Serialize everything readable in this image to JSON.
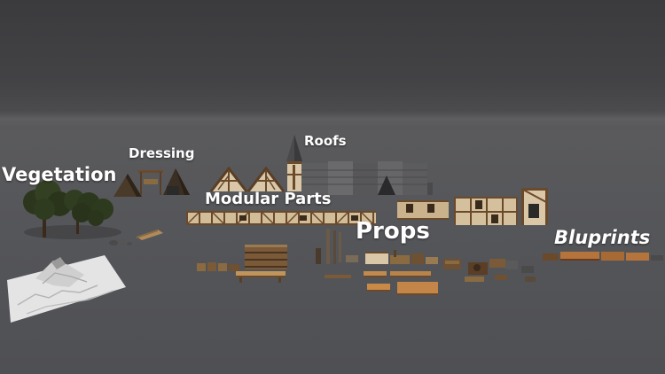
{
  "labels": {
    "vegetation": "Vegetation",
    "dressing": "Dressing",
    "roofs": "Roofs",
    "modular_parts": "Modular Parts",
    "props": "Props",
    "blueprints": "Bluprints"
  },
  "colors": {
    "background": "#3b3b3e",
    "floor": "#5a5a5c",
    "label_text": "#ffffff",
    "timber": "#6b4a2c",
    "plaster": "#d9c7a8",
    "stone": "#5a5a5a",
    "foliage": "#2e3a20",
    "terrain": "#e6e6e6"
  }
}
